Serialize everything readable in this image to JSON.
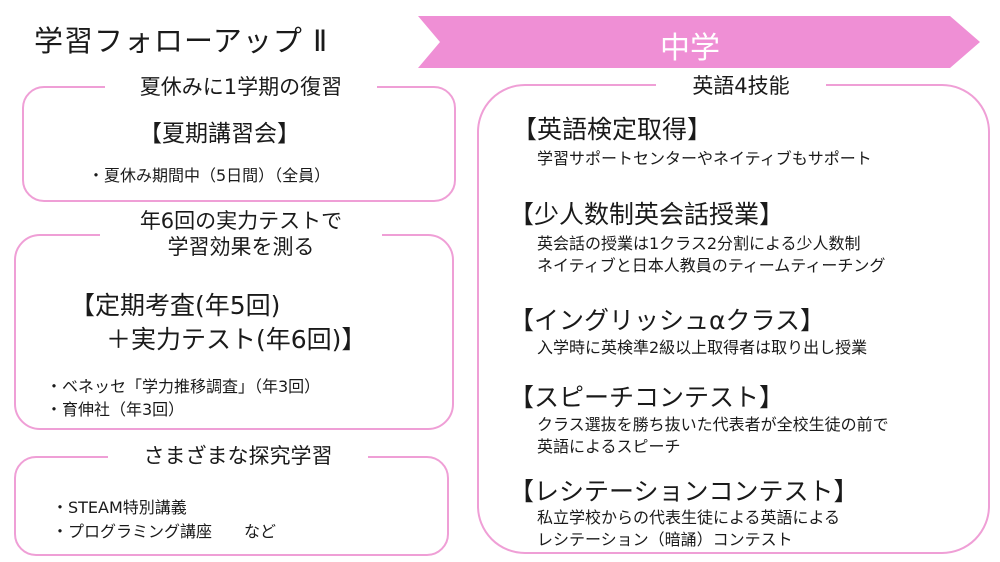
{
  "title": "学習フォローアップ Ⅱ",
  "banner": {
    "label": "中学",
    "color": "#ef8fd5"
  },
  "left": {
    "summer": {
      "heading": "夏休みに1学期の復習",
      "course": "【夏期講習会】",
      "detail": "・夏休み期間中（5日間）（全員）"
    },
    "tests": {
      "heading_line1": "年6回の実力テストで",
      "heading_line2": "学習効果を測る",
      "course_line1": "【定期考査(年5回)",
      "course_line2": "＋実力テスト(年6回)】",
      "bullet1": "・ベネッセ「学力推移調査」（年3回）",
      "bullet2": "・育伸社（年3回）"
    },
    "inquiry": {
      "heading": "さまざまな探究学習",
      "bullet1": "・STEAM特別講義",
      "bullet2": "・プログラミング講座　　など"
    }
  },
  "right": {
    "heading": "英語4技能",
    "items": [
      {
        "title": "【英語検定取得】",
        "lines": [
          "学習サポートセンターやネイティブもサポート"
        ]
      },
      {
        "title": "【少人数制英会話授業】",
        "lines": [
          "英会話の授業は1クラス2分割による少人数制",
          "ネイティブと日本人教員のティームティーチング"
        ]
      },
      {
        "title": "【イングリッシュαクラス】",
        "lines": [
          "入学時に英検準2級以上取得者は取り出し授業"
        ]
      },
      {
        "title": "【スピーチコンテスト】",
        "lines": [
          "クラス選抜を勝ち抜いた代表者が全校生徒の前で",
          "英語によるスピーチ"
        ]
      },
      {
        "title": "【レシテーションコンテスト】",
        "lines": [
          "私立学校からの代表生徒による英語による",
          "レシテーション（暗誦）コンテスト"
        ]
      }
    ]
  },
  "colors": {
    "border": "#ef9fd6"
  }
}
